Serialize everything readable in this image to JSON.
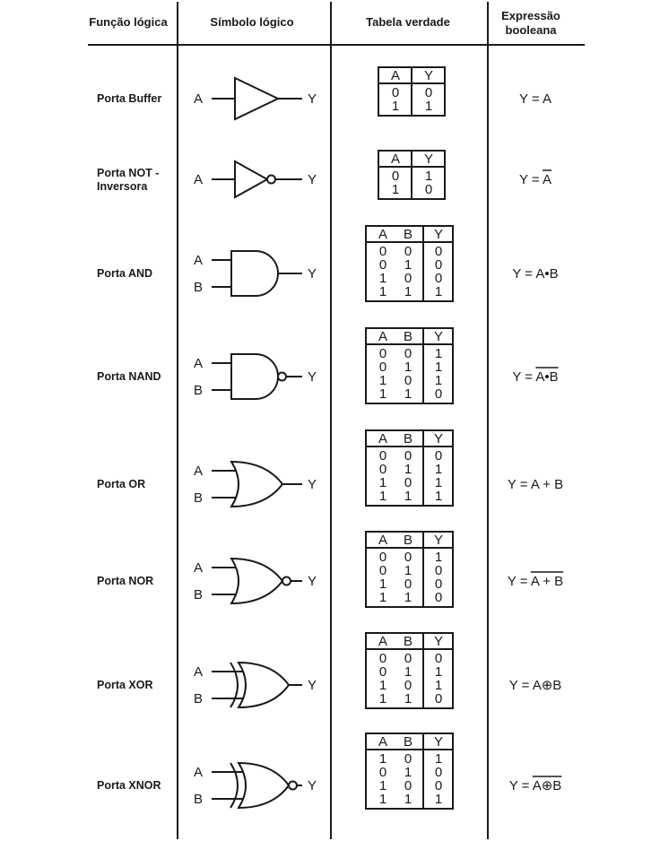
{
  "headers": {
    "function": "Função lógica",
    "symbol": "Símbolo lógico",
    "truth_table": "Tabela verdade",
    "expression_line1": "Expressão",
    "expression_line2": "booleana"
  },
  "rows": [
    {
      "name": [
        "Porta Buffer"
      ],
      "gate": "buffer",
      "inputs": [
        "A"
      ],
      "output": "Y",
      "table_headers": [
        "A",
        "Y"
      ],
      "table_rows": [
        [
          "0",
          "0"
        ],
        [
          "1",
          "1"
        ]
      ],
      "expr_prefix": "Y = ",
      "expr_body": "A",
      "expr_overline": false
    },
    {
      "name": [
        "Porta NOT -",
        "Inversora"
      ],
      "gate": "not",
      "inputs": [
        "A"
      ],
      "output": "Y",
      "table_headers": [
        "A",
        "Y"
      ],
      "table_rows": [
        [
          "0",
          "1"
        ],
        [
          "1",
          "0"
        ]
      ],
      "expr_prefix": "Y = ",
      "expr_body": "A",
      "expr_overline": true
    },
    {
      "name": [
        "Porta AND"
      ],
      "gate": "and",
      "inputs": [
        "A",
        "B"
      ],
      "output": "Y",
      "table_headers": [
        "A",
        "B",
        "Y"
      ],
      "table_rows": [
        [
          "0",
          "0",
          "0"
        ],
        [
          "0",
          "1",
          "0"
        ],
        [
          "1",
          "0",
          "0"
        ],
        [
          "1",
          "1",
          "1"
        ]
      ],
      "expr_prefix": "Y = ",
      "expr_body": "A•B",
      "expr_overline": false
    },
    {
      "name": [
        "Porta NAND"
      ],
      "gate": "nand",
      "inputs": [
        "A",
        "B"
      ],
      "output": "Y",
      "table_headers": [
        "A",
        "B",
        "Y"
      ],
      "table_rows": [
        [
          "0",
          "0",
          "1"
        ],
        [
          "0",
          "1",
          "1"
        ],
        [
          "1",
          "0",
          "1"
        ],
        [
          "1",
          "1",
          "0"
        ]
      ],
      "expr_prefix": "Y = ",
      "expr_body": "A•B",
      "expr_overline": true
    },
    {
      "name": [
        "Porta OR"
      ],
      "gate": "or",
      "inputs": [
        "A",
        "B"
      ],
      "output": "Y",
      "table_headers": [
        "A",
        "B",
        "Y"
      ],
      "table_rows": [
        [
          "0",
          "0",
          "0"
        ],
        [
          "0",
          "1",
          "1"
        ],
        [
          "1",
          "0",
          "1"
        ],
        [
          "1",
          "1",
          "1"
        ]
      ],
      "expr_prefix": "Y = ",
      "expr_body": "A + B",
      "expr_overline": false
    },
    {
      "name": [
        "Porta NOR"
      ],
      "gate": "nor",
      "inputs": [
        "A",
        "B"
      ],
      "output": "Y",
      "table_headers": [
        "A",
        "B",
        "Y"
      ],
      "table_rows": [
        [
          "0",
          "0",
          "1"
        ],
        [
          "0",
          "1",
          "0"
        ],
        [
          "1",
          "0",
          "0"
        ],
        [
          "1",
          "1",
          "0"
        ]
      ],
      "expr_prefix": "Y = ",
      "expr_body": "A + B",
      "expr_overline": true
    },
    {
      "name": [
        "Porta XOR"
      ],
      "gate": "xor",
      "inputs": [
        "A",
        "B"
      ],
      "output": "Y",
      "table_headers": [
        "A",
        "B",
        "Y"
      ],
      "table_rows": [
        [
          "0",
          "0",
          "0"
        ],
        [
          "0",
          "1",
          "1"
        ],
        [
          "1",
          "0",
          "1"
        ],
        [
          "1",
          "1",
          "0"
        ]
      ],
      "expr_prefix": "Y = ",
      "expr_body": "A⊕B",
      "expr_overline": false
    },
    {
      "name": [
        "Porta XNOR"
      ],
      "gate": "xnor",
      "inputs": [
        "A",
        "B"
      ],
      "output": "Y",
      "table_headers": [
        "A",
        "B",
        "Y"
      ],
      "table_rows": [
        [
          "1",
          "0",
          "1"
        ],
        [
          "0",
          "1",
          "0"
        ],
        [
          "1",
          "0",
          "0"
        ],
        [
          "1",
          "1",
          "1"
        ]
      ],
      "expr_prefix": "Y = ",
      "expr_body": "A⊕B",
      "expr_overline": true
    }
  ]
}
